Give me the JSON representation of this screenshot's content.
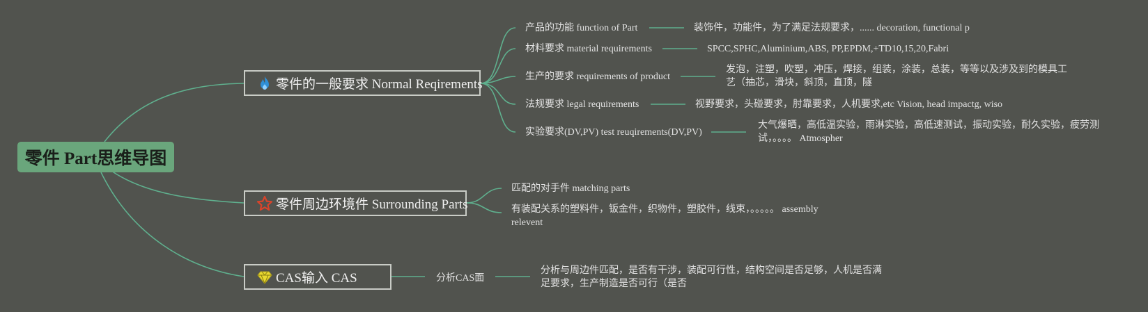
{
  "root": {
    "title": "零件 Part思维导图"
  },
  "branches": [
    {
      "label": "零件的一般要求 Normal Reqirements",
      "icon": "flame-icon",
      "icon_color": "#2f8fd6",
      "items": [
        {
          "label": "产品的功能 function of Part",
          "detail": "装饰件，功能件，为了满足法规要求，...... decoration, functional p"
        },
        {
          "label": "材料要求 material requirements",
          "detail": "SPCC,SPHC,Aluminium,ABS, PP,EPDM,+TD10,15,20,Fabri"
        },
        {
          "label": "生产的要求 requirements of product",
          "detail": "发泡，注塑，吹塑，冲压，焊接，组装，涂装，总装，等等以及涉及到的模具工艺（抽芯，滑块，斜顶，直顶，隧"
        },
        {
          "label": "法规要求 legal requirements",
          "detail": "视野要求，头碰要求，肘靠要求，人机要求,etc Vision, head impactg, wiso"
        },
        {
          "label": "实验要求(DV,PV) test reuqirements(DV,PV)",
          "detail": "大气爆晒，高低温实验，雨淋实验，高低速测试，振动实验，耐久实验，疲劳测试，。。。。 Atmospher"
        }
      ]
    },
    {
      "label": "零件周边环境件 Surrounding Parts",
      "icon": "star-icon",
      "icon_color": "#d9442b",
      "items": [
        {
          "label": "匹配的对手件 matching parts"
        },
        {
          "label": "有装配关系的塑料件，钣金件，织物件，塑胶件，线束，。。。。。 assembly relevent"
        }
      ]
    },
    {
      "label": "CAS输入 CAS",
      "icon": "diamond-icon",
      "icon_color": "#e8d830",
      "items": [
        {
          "label": "分析CAS面",
          "detail": "分析与周边件匹配，是否有干涉，装配可行性，结构空间是否足够，人机是否满足要求，生产制造是否可行（是否"
        }
      ]
    }
  ],
  "colors": {
    "background": "#51534e",
    "root_fill": "#6aa67c",
    "link": "#5fb08e",
    "node_border": "#c9ccc6"
  }
}
